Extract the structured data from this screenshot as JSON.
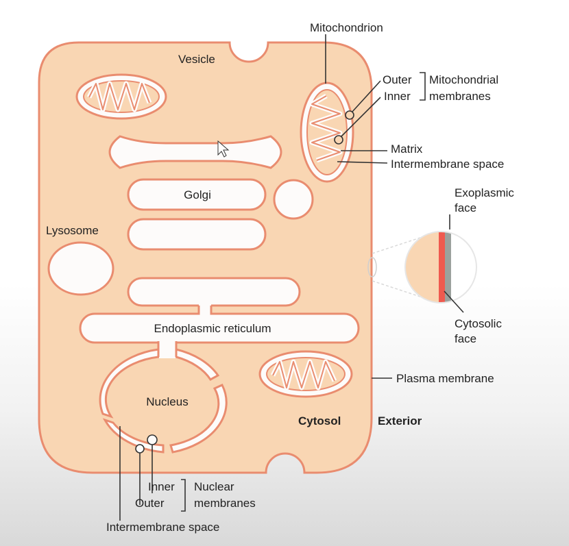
{
  "labels": {
    "vesicle": "Vesicle",
    "mitochondrion": "Mitochondrion",
    "outer": "Outer",
    "inner": "Inner",
    "mito_membranes_1": "Mitochondrial",
    "mito_membranes_2": "membranes",
    "matrix": "Matrix",
    "mito_intermembrane": "Intermembrane space",
    "golgi": "Golgi",
    "lysosome": "Lysosome",
    "exoplasmic_1": "Exoplasmic",
    "exoplasmic_2": "face",
    "cytosolic_1": "Cytosolic",
    "cytosolic_2": "face",
    "er": "Endoplasmic reticulum",
    "plasma_membrane": "Plasma membrane",
    "nucleus": "Nucleus",
    "cytosol": "Cytosol",
    "exterior": "Exterior",
    "nuc_inner": "Inner",
    "nuc_outer": "Outer",
    "nuclear_1": "Nuclear",
    "nuclear_2": "membranes",
    "nuc_intermembrane": "Intermembrane space"
  },
  "colors": {
    "cytosol": "#f9d6b3",
    "membrane": "#e98c6f",
    "lumen": "#fdfbfa",
    "leaflet_red": "#ef5a4f",
    "leaflet_gray": "#9ba19d",
    "text": "#222222"
  },
  "icons": {
    "cursor": "mouse-pointer-icon"
  }
}
